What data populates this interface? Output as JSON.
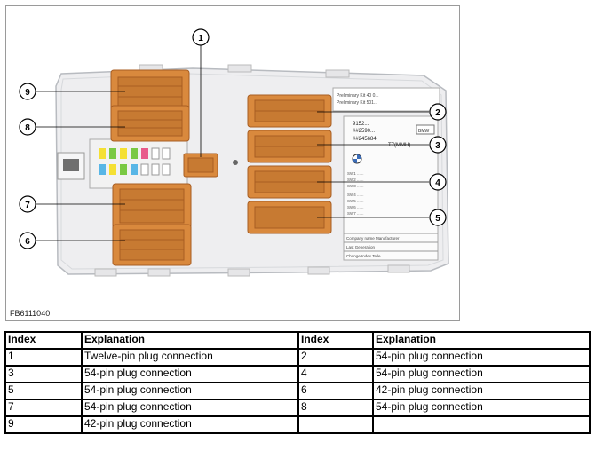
{
  "figure": {
    "id_label": "FB6111040",
    "callouts": [
      "1",
      "2",
      "3",
      "4",
      "5",
      "6",
      "7",
      "8",
      "9"
    ],
    "label_colors": {
      "connector": "#d9893d",
      "connector_dark": "#a85d22",
      "housing": "#efeff0",
      "housing_edge": "#b9bcc0"
    },
    "sticker": {
      "line_top_1": "Preliminary Kit  40  0...",
      "line_top_2": "Preliminary Kit  501...",
      "part_no": "9152...",
      "code_a": "##2590...",
      "code_b": "##245684",
      "code_c": "T7(MMH)",
      "brand": "BMW",
      "rows": [
        "SW1 ......",
        "SW2 ......",
        "SW3 ......",
        "SW4 ......",
        "SW5 ......",
        "SW6 ......",
        "SW7 ......"
      ],
      "bottom_a": "Company name  Manufacturer",
      "bottom_b": "Last Generation",
      "bottom_c": "Change Index  Teile"
    }
  },
  "table": {
    "headers": [
      "Index",
      "Explanation",
      "Index",
      "Explanation"
    ],
    "rows": [
      {
        "idx1": "1",
        "exp1": "Twelve-pin plug connection",
        "idx2": "2",
        "exp2": "54-pin plug connection"
      },
      {
        "idx1": "3",
        "exp1": "54-pin plug connection",
        "idx2": "4",
        "exp2": "54-pin plug connection"
      },
      {
        "idx1": "5",
        "exp1": "54-pin plug connection",
        "idx2": "6",
        "exp2": "42-pin plug connection"
      },
      {
        "idx1": "7",
        "exp1": "54-pin plug connection",
        "idx2": "8",
        "exp2": "54-pin plug connection"
      },
      {
        "idx1": "9",
        "exp1": "42-pin plug connection",
        "idx2": "",
        "exp2": ""
      }
    ]
  }
}
